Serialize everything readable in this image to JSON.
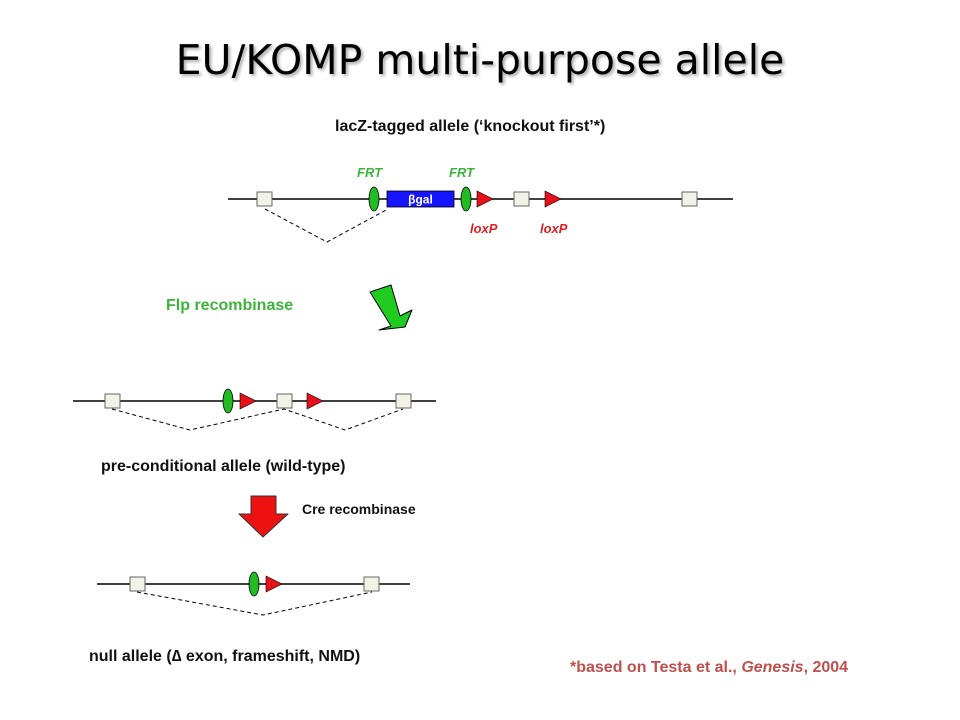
{
  "title": "EU/KOMP multi-purpose allele",
  "labels": {
    "lacz_allele": "lacZ-tagged allele (‘knockout first’*)",
    "frt_left": "FRT",
    "frt_right": "FRT",
    "beta_gal": "βgal",
    "loxp_left": "loxP",
    "loxp_right": "loxP",
    "flp_recombinase": "Flp recombinase",
    "preconditional_allele": "pre-conditional allele (wild-type)",
    "cre_recombinase": "Cre recombinase",
    "null_allele": "null allele (∆ exon, frameshift, NMD)",
    "citation_prefix": "*based on Testa et al., ",
    "citation_journal": "Genesis",
    "citation_suffix": ", 2004"
  },
  "colors": {
    "frt_site": "#22bb22",
    "loxp_site": "#e8101a",
    "beta_gal_cassette": "#1515ff",
    "exon_fill": "#f2f2e6",
    "flp_arrow": "#1fcc1f",
    "cre_arrow": "#ee1111",
    "frt_text": "#3cb43c",
    "loxp_text": "#dd2020",
    "citation_text": "#c0504d"
  }
}
